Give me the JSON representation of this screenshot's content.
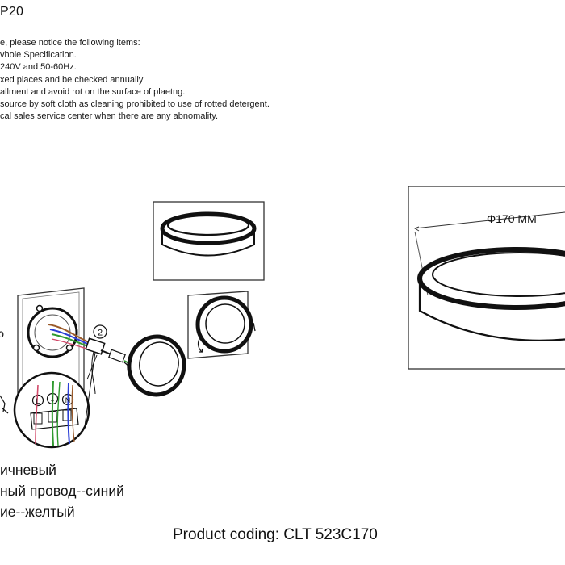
{
  "heading": "P20",
  "notes": [
    "e, please notice the following items:",
    "vhole Specification.",
    "240V and 50-60Hz.",
    "xed places and be checked annually",
    "allment and avoid rot on the surface of plaetng.",
    "source by soft cloth as cleaning prohibited to use of rotted detergent.",
    "cal sales service center when there are any abnomality."
  ],
  "step_labels": {
    "step_two": "②",
    "step_partial": "ɔ"
  },
  "terminal_labels": {
    "live": "L",
    "earth": "⏚",
    "neutral": "N"
  },
  "dimension_label": "Φ170 MM",
  "wire_legend": [
    "ичневый",
    "ный провод--синий",
    "ие--желтый"
  ],
  "product_code": "Product coding: CLT 523C170",
  "colors": {
    "wire_brown": "#9a5a2a",
    "wire_blue": "#2b3fd6",
    "wire_green": "#2f9a2f",
    "wire_red": "#d24a6a",
    "line": "#222222"
  }
}
